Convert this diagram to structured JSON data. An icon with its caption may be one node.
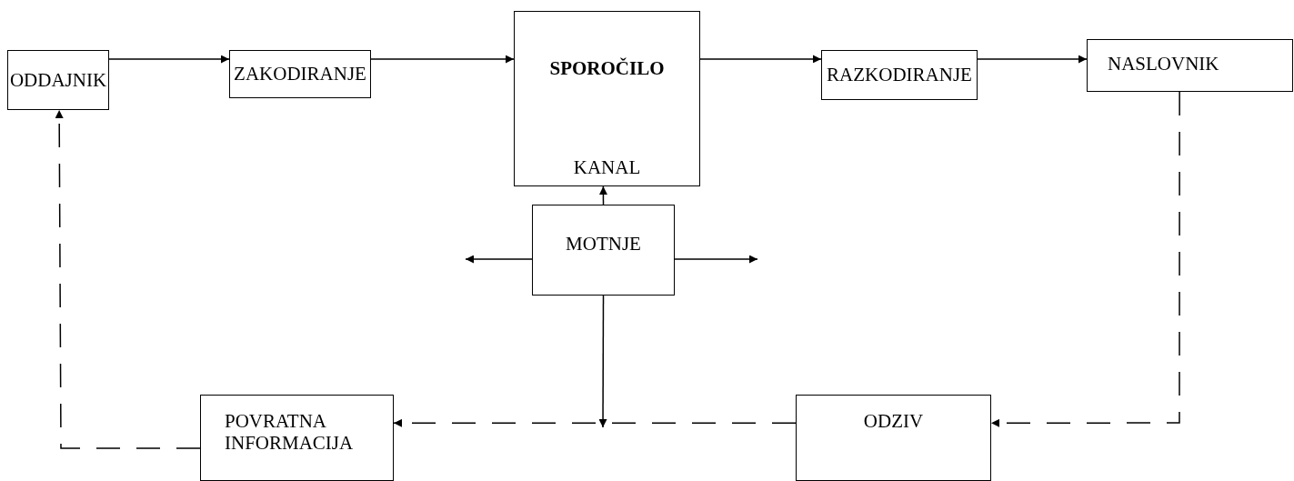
{
  "diagram": {
    "nodes": [
      {
        "text": [
          "ODDAJNIK"
        ]
      },
      {
        "text": [
          "ZAKODIRANJE"
        ]
      },
      {
        "text": [
          "SPOROČILO",
          "KANAL"
        ]
      },
      {
        "text": [
          "RAZKODIRANJE"
        ]
      },
      {
        "text": [
          "NASLOVNIK"
        ]
      },
      {
        "text": [
          "MOTNJE"
        ]
      },
      {
        "text": [
          "POVRATNA INFORMACIJA"
        ]
      },
      {
        "text": [
          "ODZIV"
        ]
      }
    ],
    "edges": [
      {
        "from": 0,
        "to": 1,
        "arrow": "to"
      },
      {
        "from": 1,
        "to": 2,
        "arrow": "to"
      },
      {
        "from": 2,
        "to": 3,
        "arrow": "to"
      },
      {
        "from": 3,
        "to": 4,
        "arrow": "to"
      },
      {
        "from": 5,
        "to": 2,
        "arrow": "to"
      },
      {
        "from": 5,
        "to": null,
        "arrow": "to"
      },
      {
        "from": 5,
        "to": null,
        "arrow": "to"
      },
      {
        "from": 5,
        "to": null,
        "arrow": "to"
      },
      {
        "from": 4,
        "to": 7,
        "arrow": "to",
        "style": "dashed"
      },
      {
        "from": 7,
        "to": 6,
        "arrow": "to",
        "style": "dashed"
      },
      {
        "from": 6,
        "to": 0,
        "arrow": "to",
        "style": "dashed"
      }
    ]
  }
}
